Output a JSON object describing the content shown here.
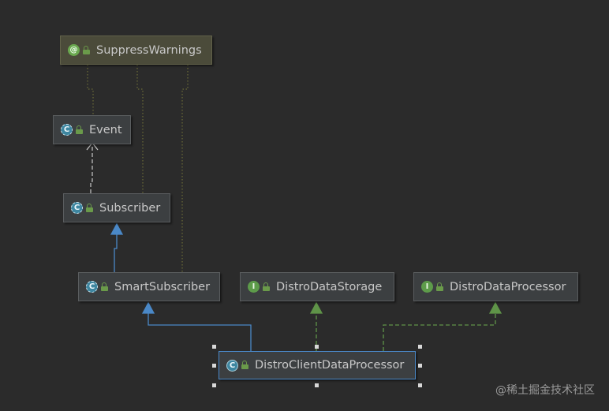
{
  "diagram": {
    "nodes": {
      "suppress_warnings": {
        "label": "SuppressWarnings",
        "kind": "annotation",
        "badge": "@"
      },
      "event": {
        "label": "Event",
        "kind": "abstract-class",
        "badge": "C"
      },
      "subscriber": {
        "label": "Subscriber",
        "kind": "abstract-class",
        "badge": "C"
      },
      "smart_subscriber": {
        "label": "SmartSubscriber",
        "kind": "abstract-class",
        "badge": "C"
      },
      "distro_data_storage": {
        "label": "DistroDataStorage",
        "kind": "interface",
        "badge": "I"
      },
      "distro_data_processor": {
        "label": "DistroDataProcessor",
        "kind": "interface",
        "badge": "I"
      },
      "distro_client_data_processor": {
        "label": "DistroClientDataProcessor",
        "kind": "class",
        "badge": "C",
        "selected": true
      }
    },
    "edges": [
      {
        "from": "subscriber",
        "to": "event",
        "type": "extends",
        "style": "dashed-white"
      },
      {
        "from": "smart_subscriber",
        "to": "subscriber",
        "type": "extends",
        "style": "solid-blue"
      },
      {
        "from": "distro_client_data_processor",
        "to": "smart_subscriber",
        "type": "extends",
        "style": "solid-blue"
      },
      {
        "from": "distro_client_data_processor",
        "to": "distro_data_storage",
        "type": "implements",
        "style": "dashed-green"
      },
      {
        "from": "distro_client_data_processor",
        "to": "distro_data_processor",
        "type": "implements",
        "style": "dashed-green"
      },
      {
        "from": "event",
        "to": "suppress_warnings",
        "type": "annotated",
        "style": "dotted-olive"
      },
      {
        "from": "subscriber",
        "to": "suppress_warnings",
        "type": "annotated",
        "style": "dotted-olive"
      },
      {
        "from": "smart_subscriber",
        "to": "suppress_warnings",
        "type": "annotated",
        "style": "dotted-olive"
      }
    ],
    "colors": {
      "background": "#2b2b2b",
      "extends": "#4a88c7",
      "implements": "#5f9448",
      "annotated": "#7a7a3a",
      "dependency": "#c8c8c8"
    }
  },
  "watermark": "@稀土掘金技术社区"
}
